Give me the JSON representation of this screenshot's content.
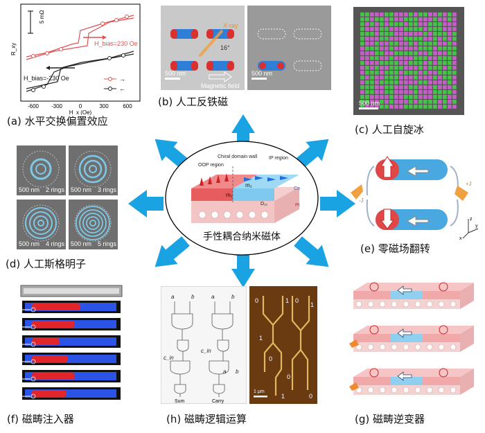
{
  "center": {
    "title": "手性耦合纳米磁体",
    "labels": {
      "oop": "OOP region",
      "domain_wall": "Chiral domain wall",
      "ip": "IP region",
      "m1": "m₁",
      "m2": "m₂",
      "d12": "D₁₂",
      "co": "Co",
      "pt": "Pt"
    }
  },
  "panel_a": {
    "caption": "(a) 水平交换偏置效应",
    "scale": "5 mΩ",
    "ylabel": "R_xy",
    "xlabel": "H_x (Oe)",
    "xticks": [
      "-600",
      "-300",
      "0",
      "300",
      "600"
    ],
    "bias_pos": "H_bias=230 Oe",
    "bias_neg": "H_bias=-230 Oe",
    "legend": [
      "→",
      "←"
    ]
  },
  "panel_b": {
    "caption": "(b) 人工反铁磁",
    "scale1": "500 nm",
    "field": "Magnetic field",
    "xray": "X-ray",
    "angle": "16°",
    "scale2": "500 nm"
  },
  "panel_c": {
    "caption": "(c) 人工自旋冰",
    "scale": "500 nm"
  },
  "panel_d": {
    "caption": "(d) 人工斯格明子",
    "tiles": [
      {
        "scale": "500 nm",
        "label": "2 rings"
      },
      {
        "scale": "500 nm",
        "label": "3 rings"
      },
      {
        "scale": "500 nm",
        "label": "4 rings"
      },
      {
        "scale": "500 nm",
        "label": "5 rings"
      }
    ]
  },
  "panel_e": {
    "caption": "(e) 零磁场翻转",
    "plus": "+J",
    "minus": "-J",
    "axes": [
      "z",
      "y",
      "x"
    ]
  },
  "panel_f": {
    "caption": "(f) 磁畴注入器"
  },
  "panel_h": {
    "caption": "(h) 磁畴逻辑运算",
    "inputs_top": [
      "a",
      "b",
      "a",
      "b"
    ],
    "cin": [
      "c_in",
      "c_in"
    ],
    "inputs_bottom": [
      "a",
      "b"
    ],
    "outputs": [
      "Sum",
      "Carry"
    ],
    "micro_labels": [
      "0",
      "1",
      "0",
      "1",
      "1",
      "0",
      "0",
      "1",
      "0"
    ],
    "scale": "1 μm"
  },
  "panel_g": {
    "caption": "(g) 磁畴逆变器"
  },
  "colors": {
    "arrow": "#1aa3e3",
    "red": "#e0262b",
    "blue": "#2b54e6",
    "magenta_ice": "#c45fc6",
    "green_ice": "#48c14a"
  }
}
